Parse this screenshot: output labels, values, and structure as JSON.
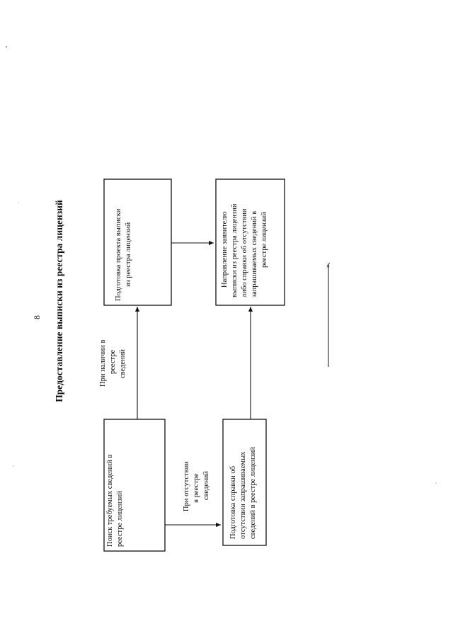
{
  "page": {
    "number": "8",
    "title": "Предоставление выписки из реестра лицензий",
    "closing": "».",
    "colors": {
      "ink": "#111111",
      "paper": "#ffffff"
    }
  },
  "diagram": {
    "nodes": [
      {
        "id": "search",
        "lines": [
          "Поиск требуемых сведений в",
          "реестре лицензий"
        ]
      },
      {
        "id": "draft",
        "lines": [
          "Подготовка проекта выписки",
          "из реестра лицензий"
        ]
      },
      {
        "id": "absence-cert",
        "lines": [
          "Подготовка справки об",
          "отсутствии запрашиваемых",
          "сведений в реестре лицензий"
        ]
      },
      {
        "id": "send",
        "lines": [
          "Направление заявителю",
          "выписки из реестра лицензий",
          "либо справки об отсутствии",
          "запрашиваемых сведений в",
          "реестре лицензий"
        ]
      }
    ],
    "edges": [
      {
        "from": "search",
        "to": "draft",
        "lines": [
          "При наличии в",
          "реестре",
          "сведений"
        ]
      },
      {
        "from": "search",
        "to": "absence-cert",
        "lines": [
          "При отсутствии",
          "в реестре",
          "сведений"
        ]
      },
      {
        "from": "draft",
        "to": "send",
        "lines": []
      },
      {
        "from": "absence-cert",
        "to": "send",
        "lines": []
      }
    ]
  }
}
